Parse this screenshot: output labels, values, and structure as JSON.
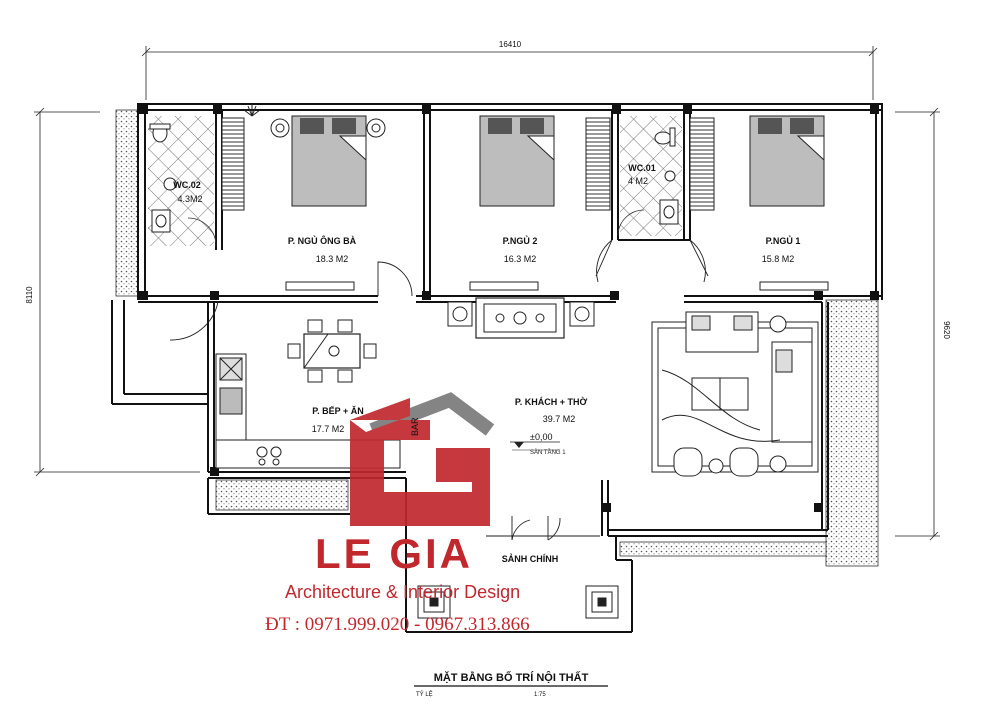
{
  "dimensions": {
    "top_width": "16410",
    "left_height": "8110",
    "right_height": "9620"
  },
  "rooms": [
    {
      "name": "WC.02",
      "area": "4.3M2"
    },
    {
      "name": "P. NGỦ ÔNG BÀ",
      "area": "18.3 M2"
    },
    {
      "name": "P.NGỦ 2",
      "area": "16.3 M2"
    },
    {
      "name": "WC.01",
      "area": "4 M2"
    },
    {
      "name": "P.NGỦ 1",
      "area": "15.8 M2"
    },
    {
      "name": "P. BẾP + ĂN",
      "area": "17.7 M2"
    },
    {
      "name": "P. KHÁCH + THỜ",
      "area": "39.7 M2"
    },
    {
      "name": "SẢNH CHÍNH",
      "area": ""
    }
  ],
  "level": {
    "value": "±0,00",
    "note": "SÀN TẦNG 1"
  },
  "bar_label": "BAR",
  "brand": {
    "name": "LE GIA",
    "tagline": "Architecture & Interior Design",
    "phone": "ĐT : 0971.999.020 - 0967.313.866",
    "red": "#c0282e",
    "gray": "#7a7a7a"
  },
  "drawing_title": "MẶT BẰNG BỐ TRÍ NỘI THẤT",
  "scale": {
    "label": "TỶ LỆ",
    "value": "1:75"
  }
}
